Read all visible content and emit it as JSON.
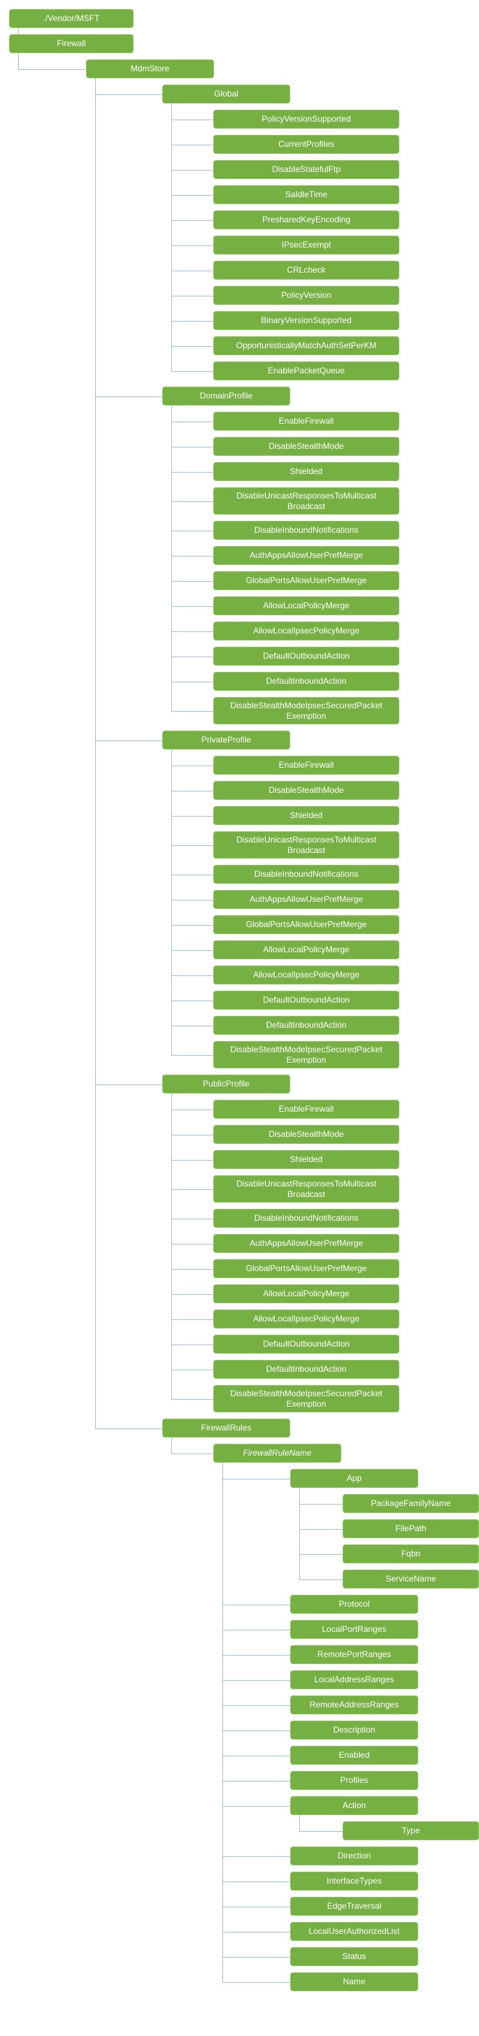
{
  "diagram": {
    "type": "tree",
    "colors": {
      "background": "#ffffff",
      "node_fill": "#76b043",
      "node_border": "#8bc661",
      "node_text": "#ffffff",
      "connector": "#9dc3e6"
    },
    "tree": {
      "label": "./Vendor/MSFT",
      "children": [
        {
          "label": "Firewall",
          "children": [
            {
              "label": "MdmStore",
              "children": [
                {
                  "label": "Global",
                  "children": [
                    {
                      "label": "PolicyVersionSupported"
                    },
                    {
                      "label": "CurrentProfiles"
                    },
                    {
                      "label": "DisableStatefulFtp"
                    },
                    {
                      "label": "SaIdleTime"
                    },
                    {
                      "label": "PresharedKeyEncoding"
                    },
                    {
                      "label": "IPsecExempt"
                    },
                    {
                      "label": "CRLcheck"
                    },
                    {
                      "label": "PolicyVersion"
                    },
                    {
                      "label": "BinaryVersionSupported"
                    },
                    {
                      "label": "OpportunisticallyMatchAuthSetPerKM"
                    },
                    {
                      "label": "EnablePacketQueue"
                    }
                  ]
                },
                {
                  "label": "DomainProfile",
                  "children": [
                    {
                      "label": "EnableFirewall"
                    },
                    {
                      "label": "DisableStealthMode"
                    },
                    {
                      "label": "Shielded"
                    },
                    {
                      "label": "DisableUnicastResponsesToMulticastBroadcast"
                    },
                    {
                      "label": "DisableInboundNotifications"
                    },
                    {
                      "label": "AuthAppsAllowUserPrefMerge"
                    },
                    {
                      "label": "GlobalPortsAllowUserPrefMerge"
                    },
                    {
                      "label": "AllowLocalPolicyMerge"
                    },
                    {
                      "label": "AllowLocalIpsecPolicyMerge"
                    },
                    {
                      "label": "DefaultOutboundAction"
                    },
                    {
                      "label": "DefaultInboundAction"
                    },
                    {
                      "label": "DisableStealthModeIpsecSecuredPacketExemption"
                    }
                  ]
                },
                {
                  "label": "PrivateProfile",
                  "children": [
                    {
                      "label": "EnableFirewall"
                    },
                    {
                      "label": "DisableStealthMode"
                    },
                    {
                      "label": "Shielded"
                    },
                    {
                      "label": "DisableUnicastResponsesToMulticastBroadcast"
                    },
                    {
                      "label": "DisableInboundNotifications"
                    },
                    {
                      "label": "AuthAppsAllowUserPrefMerge"
                    },
                    {
                      "label": "GlobalPortsAllowUserPrefMerge"
                    },
                    {
                      "label": "AllowLocalPolicyMerge"
                    },
                    {
                      "label": "AllowLocalIpsecPolicyMerge"
                    },
                    {
                      "label": "DefaultOutboundAction"
                    },
                    {
                      "label": "DefaultInboundAction"
                    },
                    {
                      "label": "DisableStealthModeIpsecSecuredPacketExemption"
                    }
                  ]
                },
                {
                  "label": "PublicProfile",
                  "children": [
                    {
                      "label": "EnableFirewall"
                    },
                    {
                      "label": "DisableStealthMode"
                    },
                    {
                      "label": "Shielded"
                    },
                    {
                      "label": "DisableUnicastResponsesToMulticastBroadcast"
                    },
                    {
                      "label": "DisableInboundNotifications"
                    },
                    {
                      "label": "AuthAppsAllowUserPrefMerge"
                    },
                    {
                      "label": "GlobalPortsAllowUserPrefMerge"
                    },
                    {
                      "label": "AllowLocalPolicyMerge"
                    },
                    {
                      "label": "AllowLocalIpsecPolicyMerge"
                    },
                    {
                      "label": "DefaultOutboundAction"
                    },
                    {
                      "label": "DefaultInboundAction"
                    },
                    {
                      "label": "DisableStealthModeIpsecSecuredPacketExemption"
                    }
                  ]
                },
                {
                  "label": "FirewallRules",
                  "children": [
                    {
                      "label": "FirewallRuleName",
                      "dynamic": true,
                      "children": [
                        {
                          "label": "App",
                          "children": [
                            {
                              "label": "PackageFamilyName"
                            },
                            {
                              "label": "FilePath"
                            },
                            {
                              "label": "Fqbn"
                            },
                            {
                              "label": "ServiceName"
                            }
                          ]
                        },
                        {
                          "label": "Protocol"
                        },
                        {
                          "label": "LocalPortRanges"
                        },
                        {
                          "label": "RemotePortRanges"
                        },
                        {
                          "label": "LocalAddressRanges"
                        },
                        {
                          "label": "RemoteAddressRanges"
                        },
                        {
                          "label": "Description"
                        },
                        {
                          "label": "Enabled"
                        },
                        {
                          "label": "Profiles"
                        },
                        {
                          "label": "Action",
                          "children": [
                            {
                              "label": "Type"
                            }
                          ]
                        },
                        {
                          "label": "Direction"
                        },
                        {
                          "label": "InterfaceTypes"
                        },
                        {
                          "label": "EdgeTraversal"
                        },
                        {
                          "label": "LocalUserAuthorizedList"
                        },
                        {
                          "label": "Status"
                        },
                        {
                          "label": "Name"
                        }
                      ]
                    }
                  ]
                }
              ]
            }
          ]
        }
      ]
    }
  }
}
